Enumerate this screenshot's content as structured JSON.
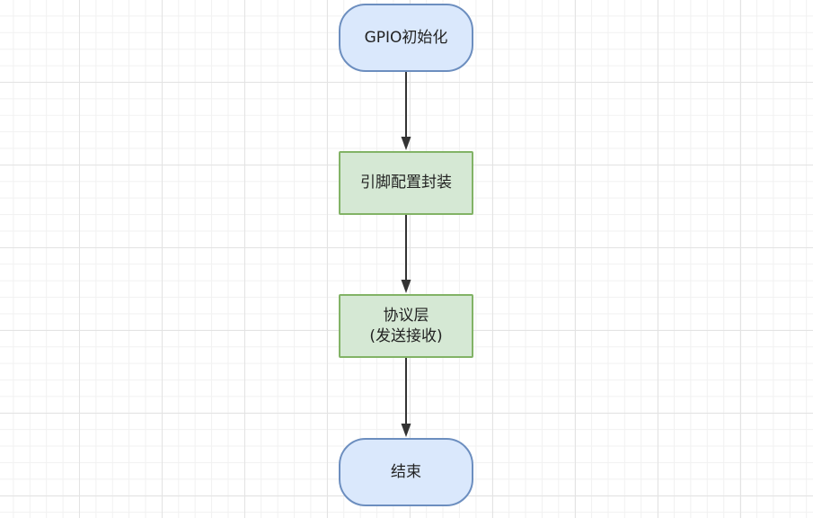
{
  "diagram": {
    "nodes": [
      {
        "id": "n1",
        "shape": "terminator",
        "lines": [
          "GPIO初始化"
        ]
      },
      {
        "id": "n2",
        "shape": "process",
        "lines": [
          "引脚配置封装"
        ]
      },
      {
        "id": "n3",
        "shape": "process",
        "lines": [
          "协议层",
          "(发送接收)"
        ]
      },
      {
        "id": "n4",
        "shape": "terminator",
        "lines": [
          "结束"
        ]
      }
    ],
    "edges": [
      {
        "from": "n1",
        "to": "n2"
      },
      {
        "from": "n2",
        "to": "n3"
      },
      {
        "from": "n3",
        "to": "n4"
      }
    ],
    "colors": {
      "terminator_fill": "#dae8fc",
      "terminator_stroke": "#6c8ebf",
      "process_fill": "#d5e8d4",
      "process_stroke": "#82b366",
      "edge": "#333333"
    }
  }
}
